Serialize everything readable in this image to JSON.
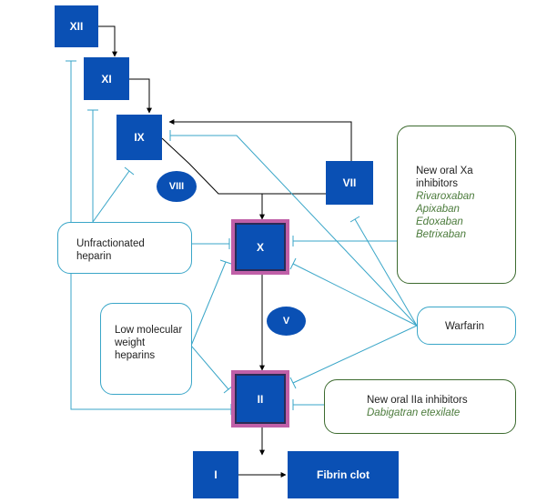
{
  "factors": {
    "xii": "XII",
    "xi": "XI",
    "ix": "IX",
    "vii": "VII",
    "x": "X",
    "ii": "II",
    "i": "I",
    "fibrin_clot": "Fibrin clot"
  },
  "cofactors": {
    "viii": "VIII",
    "v": "V"
  },
  "inhibitors": {
    "ufh": "Unfractionated heparin",
    "lmwh": "Low molecular weight heparins",
    "warfarin": "Warfarin",
    "oral_xa": {
      "title": "New oral Xa inhibitors",
      "drugs": [
        "Rivaroxaban",
        "Apixaban",
        "Edoxaban",
        "Betrixaban"
      ]
    },
    "oral_iia": {
      "title": "New oral IIa inhibitors",
      "drugs": [
        "Dabigatran etexilate"
      ]
    }
  },
  "colors": {
    "factor_fill": "#0a50b4",
    "highlight_border": "#c060a8",
    "inhibitor_line": "#3aa6c8",
    "green_text": "#4a7a3a",
    "green_border": "#3d6b2f"
  }
}
